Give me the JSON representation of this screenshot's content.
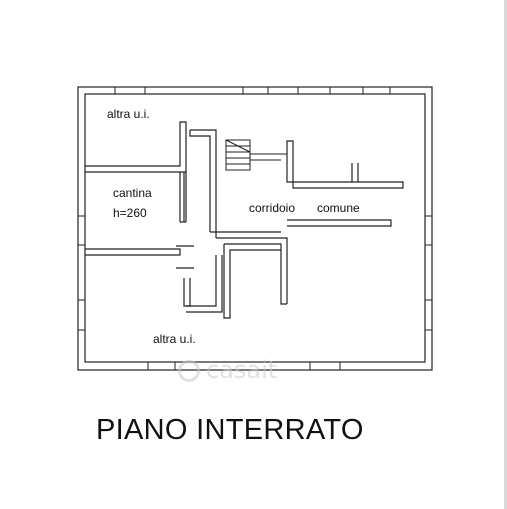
{
  "rooms": {
    "top_left": "altra u.i.",
    "cellar_name": "cantina",
    "cellar_height": "h=260",
    "corridor_word1": "corridoio",
    "corridor_word2": "comune",
    "bottom": "altra u.i."
  },
  "title": "PIANO INTERRATO",
  "watermark": "casait"
}
